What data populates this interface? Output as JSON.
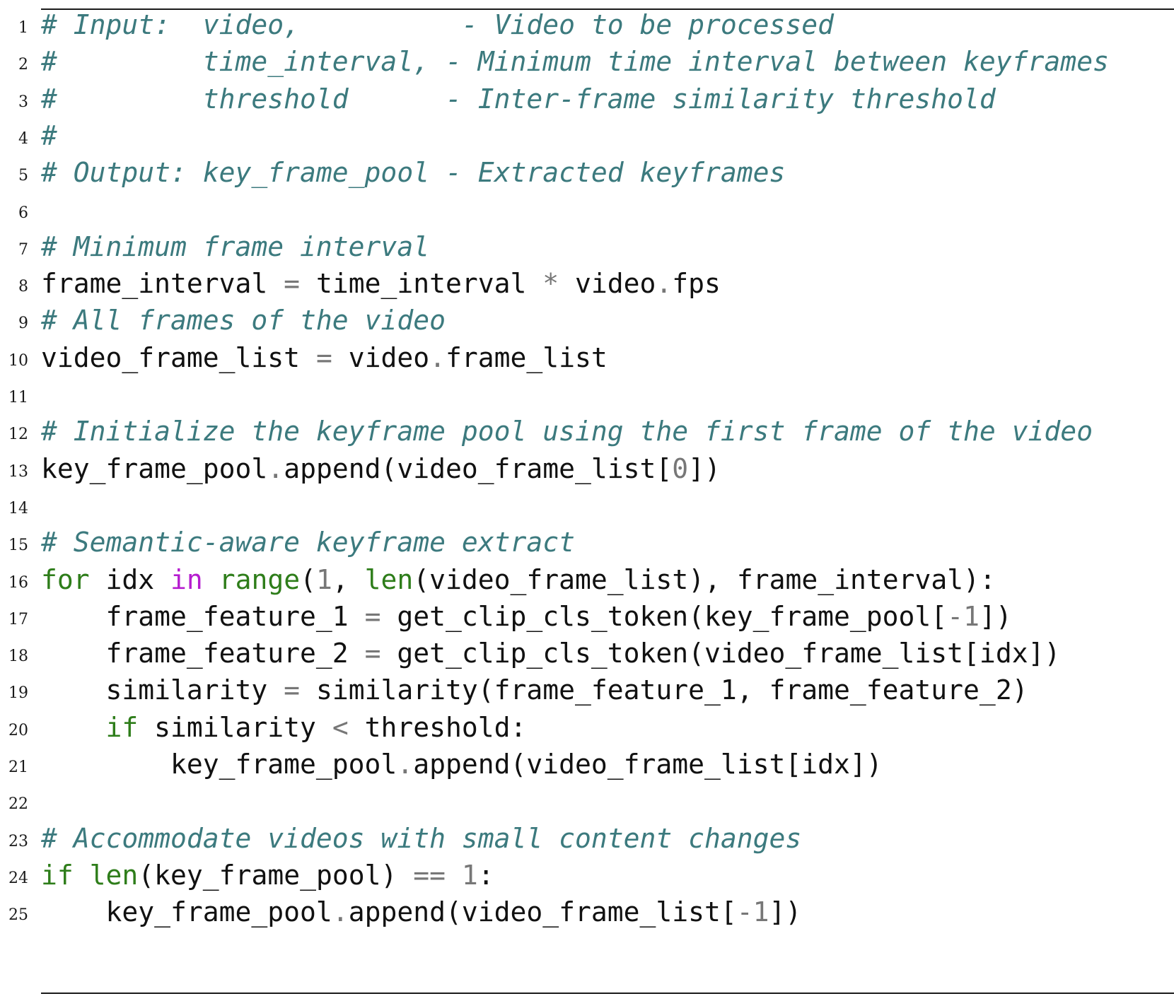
{
  "lines": [
    {
      "n": "1",
      "tokens": [
        {
          "t": "# Input:  video,          - Video to be processed",
          "c": "comment"
        }
      ]
    },
    {
      "n": "2",
      "tokens": [
        {
          "t": "#         time_interval, - Minimum time interval between keyframes",
          "c": "comment"
        }
      ]
    },
    {
      "n": "3",
      "tokens": [
        {
          "t": "#         threshold      - Inter-frame similarity threshold",
          "c": "comment"
        }
      ]
    },
    {
      "n": "4",
      "tokens": [
        {
          "t": "#",
          "c": "comment"
        }
      ]
    },
    {
      "n": "5",
      "tokens": [
        {
          "t": "# Output: key_frame_pool - Extracted keyframes",
          "c": "comment"
        }
      ]
    },
    {
      "n": "6",
      "tokens": []
    },
    {
      "n": "7",
      "tokens": [
        {
          "t": "# Minimum frame interval",
          "c": "comment"
        }
      ]
    },
    {
      "n": "8",
      "tokens": [
        {
          "t": "frame_interval "
        },
        {
          "t": "=",
          "c": "op"
        },
        {
          "t": " time_interval "
        },
        {
          "t": "*",
          "c": "op"
        },
        {
          "t": " video"
        },
        {
          "t": ".",
          "c": "op"
        },
        {
          "t": "fps"
        }
      ]
    },
    {
      "n": "9",
      "tokens": [
        {
          "t": "# All frames of the video",
          "c": "comment"
        }
      ]
    },
    {
      "n": "10",
      "tokens": [
        {
          "t": "video_frame_list "
        },
        {
          "t": "=",
          "c": "op"
        },
        {
          "t": " video"
        },
        {
          "t": ".",
          "c": "op"
        },
        {
          "t": "frame_list"
        }
      ]
    },
    {
      "n": "11",
      "tokens": []
    },
    {
      "n": "12",
      "tokens": [
        {
          "t": "# Initialize the keyframe pool using the first frame of the video",
          "c": "comment"
        }
      ]
    },
    {
      "n": "13",
      "tokens": [
        {
          "t": "key_frame_pool"
        },
        {
          "t": ".",
          "c": "op"
        },
        {
          "t": "append(video_frame_list["
        },
        {
          "t": "0",
          "c": "num"
        },
        {
          "t": "])"
        }
      ]
    },
    {
      "n": "14",
      "tokens": []
    },
    {
      "n": "15",
      "tokens": [
        {
          "t": "# Semantic-aware keyframe extract",
          "c": "comment"
        }
      ]
    },
    {
      "n": "16",
      "tokens": [
        {
          "t": "for",
          "c": "kw"
        },
        {
          "t": " idx "
        },
        {
          "t": "in",
          "c": "kw-in"
        },
        {
          "t": " "
        },
        {
          "t": "range",
          "c": "kw"
        },
        {
          "t": "("
        },
        {
          "t": "1",
          "c": "num"
        },
        {
          "t": ", "
        },
        {
          "t": "len",
          "c": "kw"
        },
        {
          "t": "(video_frame_list), frame_interval):"
        }
      ]
    },
    {
      "n": "17",
      "tokens": [
        {
          "t": "    frame_feature_1 "
        },
        {
          "t": "=",
          "c": "op"
        },
        {
          "t": " get_clip_cls_token(key_frame_pool["
        },
        {
          "t": "-1",
          "c": "num"
        },
        {
          "t": "])"
        }
      ]
    },
    {
      "n": "18",
      "tokens": [
        {
          "t": "    frame_feature_2 "
        },
        {
          "t": "=",
          "c": "op"
        },
        {
          "t": " get_clip_cls_token(video_frame_list[idx])"
        }
      ]
    },
    {
      "n": "19",
      "tokens": [
        {
          "t": "    similarity "
        },
        {
          "t": "=",
          "c": "op"
        },
        {
          "t": " similarity(frame_feature_1, frame_feature_2)"
        }
      ]
    },
    {
      "n": "20",
      "tokens": [
        {
          "t": "    "
        },
        {
          "t": "if",
          "c": "kw"
        },
        {
          "t": " similarity "
        },
        {
          "t": "<",
          "c": "op"
        },
        {
          "t": " threshold:"
        }
      ]
    },
    {
      "n": "21",
      "tokens": [
        {
          "t": "        key_frame_pool"
        },
        {
          "t": ".",
          "c": "op"
        },
        {
          "t": "append(video_frame_list[idx])"
        }
      ]
    },
    {
      "n": "22",
      "tokens": []
    },
    {
      "n": "23",
      "tokens": [
        {
          "t": "# Accommodate videos with small content changes",
          "c": "comment"
        }
      ]
    },
    {
      "n": "24",
      "tokens": [
        {
          "t": "if",
          "c": "kw"
        },
        {
          "t": " "
        },
        {
          "t": "len",
          "c": "kw"
        },
        {
          "t": "(key_frame_pool) "
        },
        {
          "t": "==",
          "c": "op"
        },
        {
          "t": " "
        },
        {
          "t": "1",
          "c": "num"
        },
        {
          "t": ":"
        }
      ]
    },
    {
      "n": "25",
      "tokens": [
        {
          "t": "    key_frame_pool"
        },
        {
          "t": ".",
          "c": "op"
        },
        {
          "t": "append(video_frame_list["
        },
        {
          "t": "-1",
          "c": "num"
        },
        {
          "t": "])"
        }
      ]
    }
  ]
}
